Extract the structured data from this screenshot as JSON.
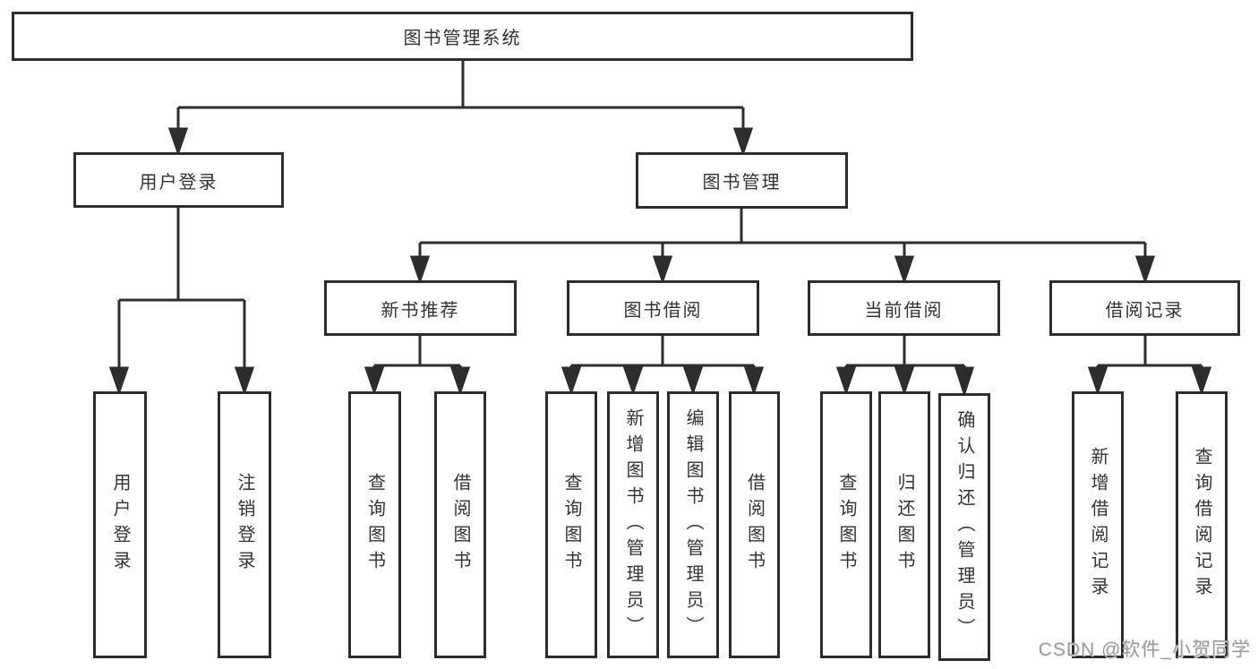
{
  "diagram_title": "图书管理系统",
  "tree": {
    "label": "图书管理系统",
    "children": [
      {
        "label": "用户登录",
        "children": [
          {
            "label": "用户登录"
          },
          {
            "label": "注销登录"
          }
        ]
      },
      {
        "label": "图书管理",
        "children": [
          {
            "label": "新书推荐",
            "children": [
              {
                "label": "查询图书"
              },
              {
                "label": "借阅图书"
              }
            ]
          },
          {
            "label": "图书借阅",
            "children": [
              {
                "label": "查询图书"
              },
              {
                "label": "新增图书（管理员）"
              },
              {
                "label": "编辑图书（管理员）"
              },
              {
                "label": "借阅图书"
              }
            ]
          },
          {
            "label": "当前借阅",
            "children": [
              {
                "label": "查询图书"
              },
              {
                "label": "归还图书"
              },
              {
                "label": "确认归还（管理员）"
              }
            ]
          },
          {
            "label": "借阅记录",
            "children": [
              {
                "label": "新增借阅记录"
              },
              {
                "label": "查询借阅记录"
              }
            ]
          }
        ]
      }
    ]
  },
  "watermark": {
    "text": "CSDN @软件_小贺同学"
  },
  "colors": {
    "line": "#2d2d2d",
    "box_border": "#2d2d2d",
    "text": "#333333",
    "watermark": "#9c9c9c",
    "background": "#ffffff"
  }
}
